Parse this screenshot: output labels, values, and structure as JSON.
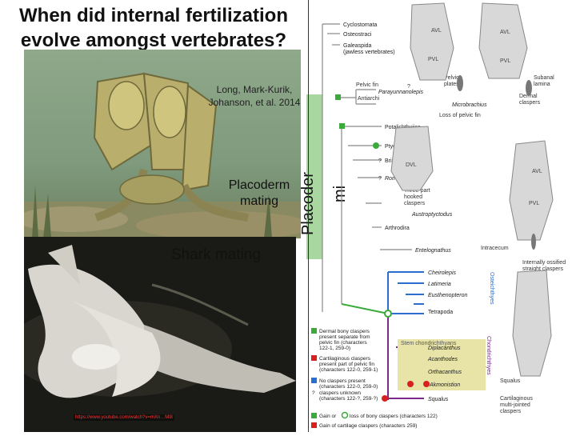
{
  "slide": {
    "title_line1": "When did internal fertilization",
    "title_line2": "evolve amongst vertebrates?",
    "citation_line1": "Long, Mark-Kurik,",
    "citation_line2": "Johanson, et al. 2014",
    "placoderm_caption_line1": "Placoderm",
    "placoderm_caption_line2": "mating",
    "placoderm_vertical_label": "Placoder",
    "vertical_label_2": "mi",
    "shark_caption": "Shark mating",
    "shark_link": "https://www.youtube.com/watch?v=mXn…Ml8"
  },
  "cladogram": {
    "taxa": {
      "cyclostomata": "Cyclostomata",
      "osteostraci": "Osteostraci",
      "galeaspida_1": "Galeaspida",
      "galeaspida_2": "(jawless vertebrates)",
      "parayunnanolepis": "Parayunnanolepis",
      "microbrachius": "Microbrachius",
      "potalichthyiica": "Potalichthyiica",
      "ptyctodontida": "Ptyctodontida",
      "brindabellaspis": "Brindabellaspis",
      "romundina": "Romundina",
      "austroptyctodus": "Austroptyctodus",
      "arthrodira": "Arthrodira",
      "entelognathus": "Entelognathus",
      "cheirolepis": "Cheirolepis",
      "latimeria": "Latimeria",
      "eusthenopteron": "Eusthenopteron",
      "tetrapoda": "Tetrapoda",
      "diplacanthus": "Diplacanthus",
      "acanthodes": "Acanthodes",
      "orthacanthus": "Orthacanthus",
      "akmonistion": "Akmonistion",
      "squalus": "Squalus"
    },
    "notes": {
      "pelvic_fin": "Pelvic fin",
      "antiarchi": "Antiarchi",
      "loss_pelvic": "Loss of pelvic fin",
      "pelvic_plates_1": "Pelvic",
      "pelvic_plates_2": "plates",
      "subanal_1": "Subanal",
      "subanal_2": "lamina",
      "dermal_claspers_1": "Dermal",
      "dermal_claspers_2": "claspers",
      "three_part_1": "Three-part",
      "three_part_2": "hooked",
      "three_part_3": "claspers",
      "intracecum": "Intracecum",
      "internally_1": "Internally ossified",
      "internally_2": "straight claspers",
      "osteichthyes": "Osteichthyes",
      "stem_chondrichthyans": "Stem chondrichthyans",
      "chondrichthyes": "Chondrichthyes",
      "squalus_right": "Squalus",
      "cartilaginous_1": "Cartilaginous",
      "cartilaginous_2": "multi-jointed",
      "cartilaginous_3": "claspers",
      "q1": "?",
      "q2": "?",
      "q3": "?"
    },
    "plate_labels": {
      "avl_top": "AVL",
      "avl_top2": "AVL",
      "pvl_top": "PVL",
      "pvl_top2": "PVL",
      "avl_mid": "AVL",
      "pvl_mid": "PVL",
      "dvl_mid": "DVL"
    },
    "legend": {
      "dermal_1": "Dermal bony claspers",
      "dermal_2": "present separate from",
      "dermal_3": "pelvic fin (characters",
      "dermal_4": "122-1, 259-0)",
      "cart_1": "Cartilaginous claspers",
      "cart_2": "present part of pelvic fin",
      "cart_3": "(characters 122-0, 259-1)",
      "none_1": "No claspers present",
      "none_2": "(characters 122-0, 259-0)",
      "unknown_1": "claspers unknown",
      "unknown_2": "(characters 122-?, 259-?)",
      "gain_bony": "Gain or",
      "loss_bony": "loss of bony claspers (characters 122)",
      "gain_cart": "Gain of cartilage claspers (characters 259)",
      "q_mark": "?"
    },
    "colors": {
      "green": "#3aaa3a",
      "red": "#d82020",
      "blue": "#2a6fd0",
      "purple": "#7a2a8a",
      "stem_box": "#e8e4a8"
    }
  }
}
